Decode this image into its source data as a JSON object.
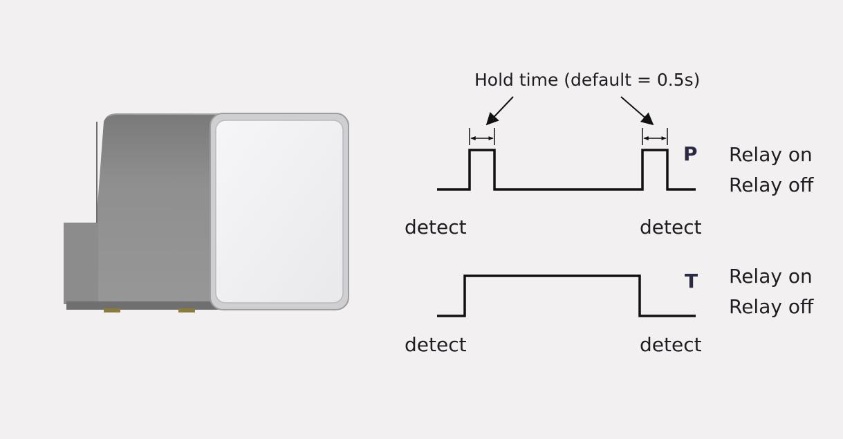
{
  "diagram": {
    "hold_time_label": "Hold time (default = 0.5s)",
    "modes": [
      {
        "letter": "P",
        "relay_on": "Relay on",
        "relay_off": "Relay off",
        "events": [
          "detect",
          "detect"
        ]
      },
      {
        "letter": "T",
        "relay_on": "Relay on",
        "relay_off": "Relay off",
        "events": [
          "detect",
          "detect"
        ]
      }
    ]
  },
  "colors": {
    "background": "#f3f0f1",
    "waveform": "#111111",
    "mode_letter": "#2c2945",
    "device_body": "#8e8e8e",
    "device_face": "#f2f2f4"
  }
}
